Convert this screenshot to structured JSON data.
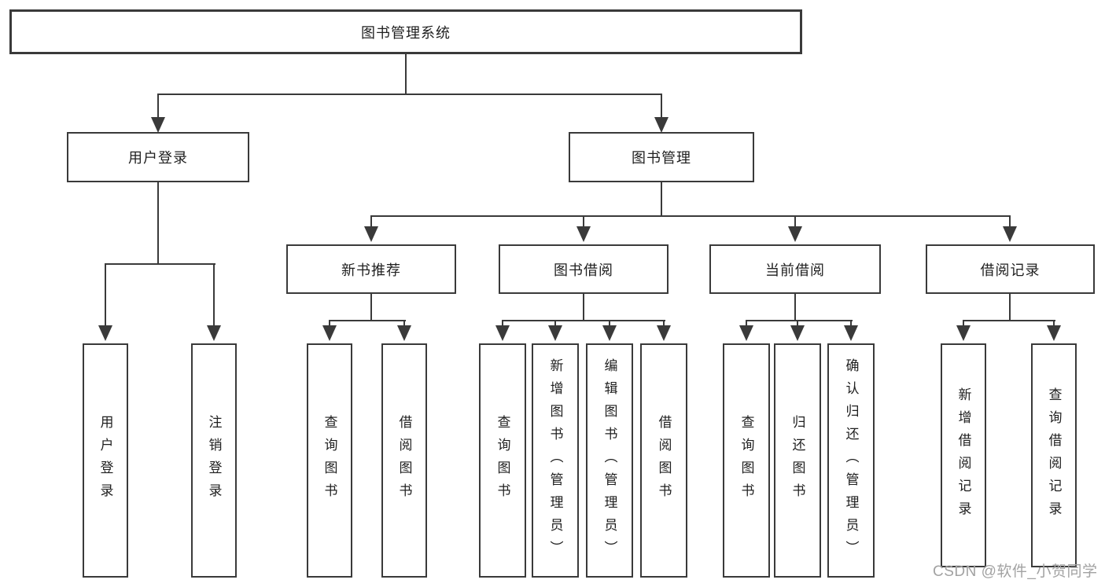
{
  "colors": {
    "background": "#ffffff",
    "line": "#3a3a3a",
    "box_border": "#3a3a3a",
    "text": "#1f1f1f",
    "watermark": "#a2a2a2"
  },
  "watermark": "CSDN @软件_小贺同学",
  "tree": {
    "root_label": "图书管理系统",
    "children": [
      {
        "label": "用户登录",
        "children": [
          "用户登录",
          "注销登录"
        ]
      },
      {
        "label": "图书管理",
        "children": [
          {
            "label": "新书推荐",
            "children": [
              "查询图书",
              "借阅图书"
            ]
          },
          {
            "label": "图书借阅",
            "children": [
              "查询图书",
              "新增图书（管理员）",
              "编辑图书（管理员）",
              "借阅图书"
            ]
          },
          {
            "label": "当前借阅",
            "children": [
              "查询图书",
              "归还图书",
              "确认归还（管理员）"
            ]
          },
          {
            "label": "借阅记录",
            "children": [
              "新增借阅记录",
              "查询借阅记录"
            ]
          }
        ]
      }
    ]
  }
}
